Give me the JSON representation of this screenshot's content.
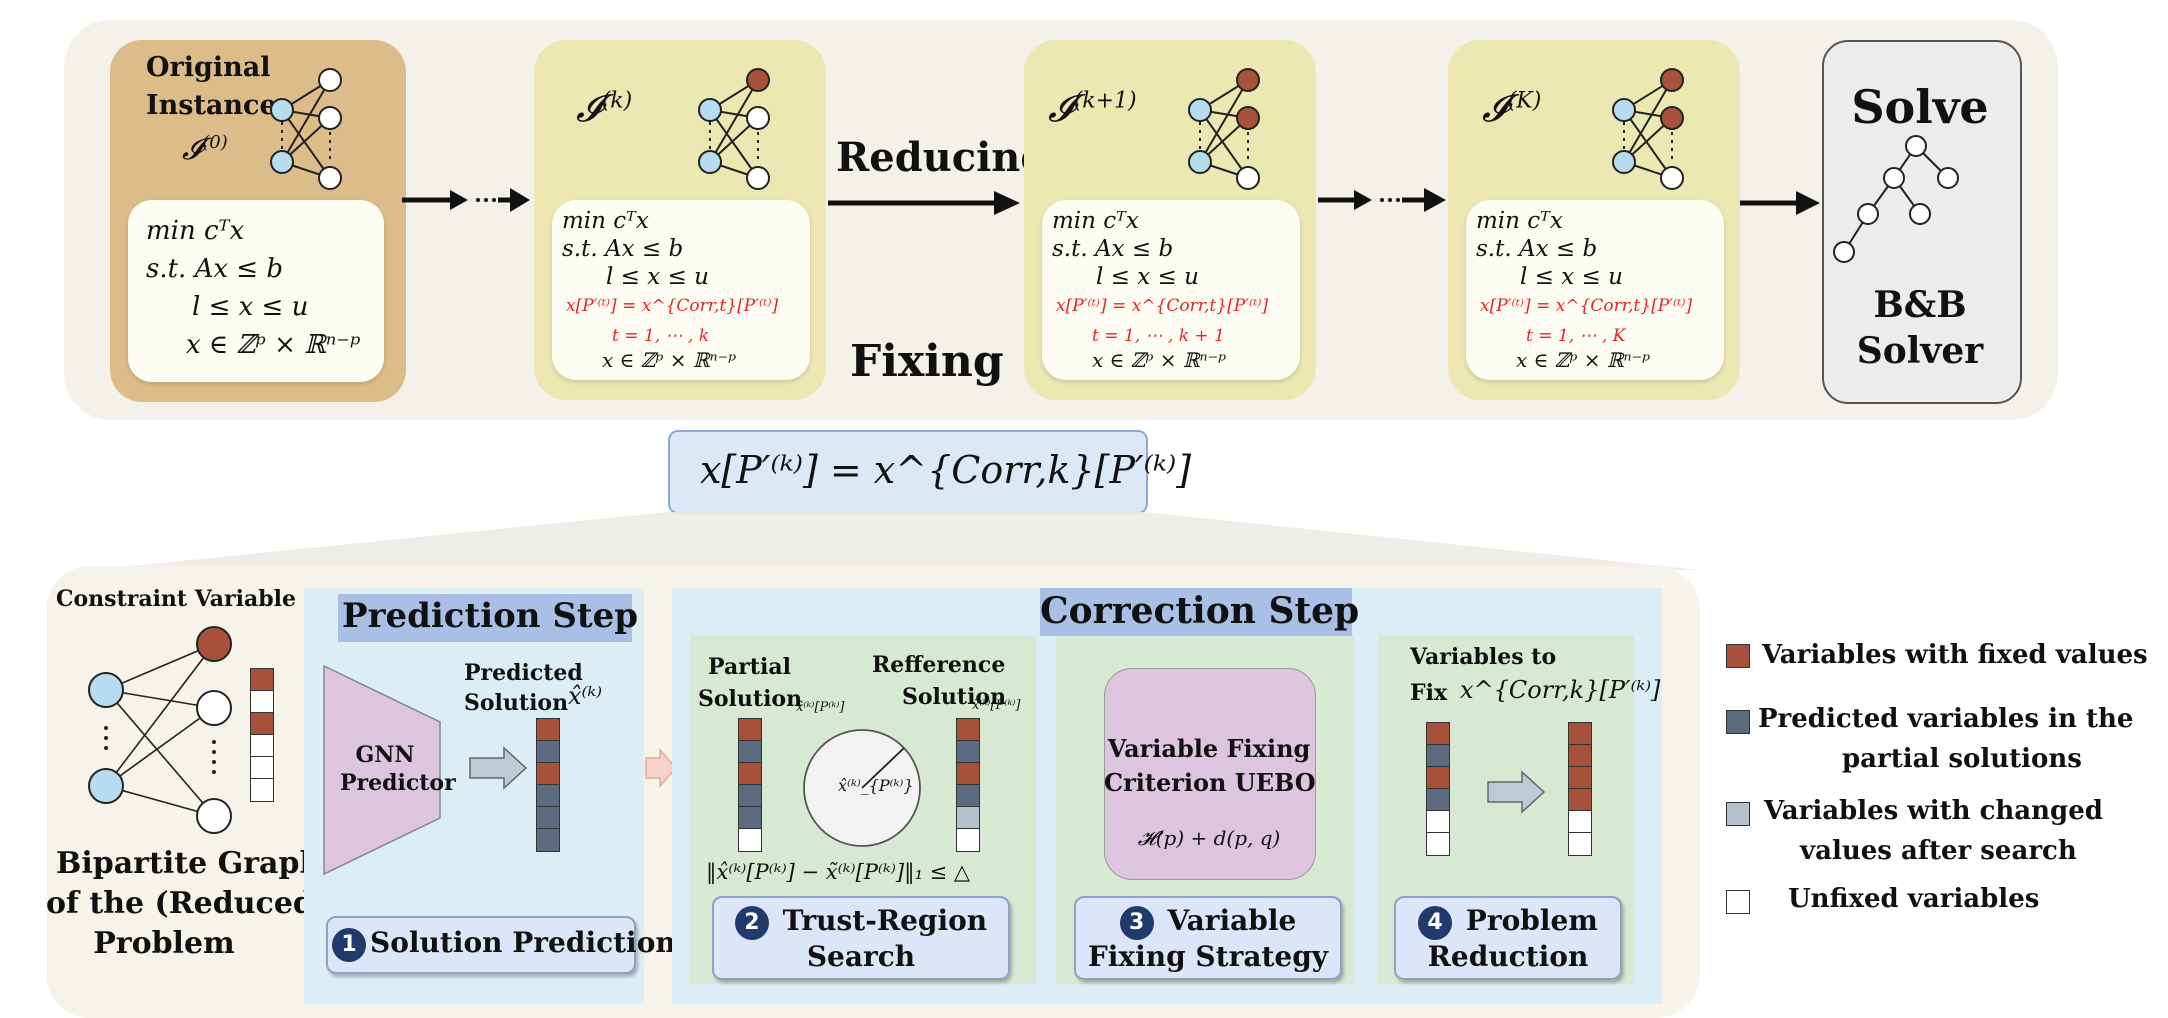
{
  "top": {
    "original": {
      "title_line1": "Original",
      "title_line2": "Instance",
      "symbol": "𝓘",
      "superscript": "(0)",
      "lines": [
        "min cᵀx",
        "s.t.  Ax ≤ b",
        "l ≤ x ≤ u",
        "x ∈ ℤᵖ × ℝⁿ⁻ᵖ"
      ]
    },
    "stage_k": {
      "symbol": "𝓘",
      "superscript": "(k)",
      "lines": [
        "min cᵀx",
        "s.t.  Ax ≤ b",
        "l ≤ x ≤ u"
      ],
      "red_line": "x[P′⁽ᵗ⁾] = x^{Corr,t}[P′⁽ᵗ⁾]",
      "red_t": "t = 1, ⋯ , k",
      "last_line": "x ∈ ℤᵖ × ℝⁿ⁻ᵖ"
    },
    "stage_k1": {
      "symbol": "𝓘",
      "superscript": "(k+1)",
      "lines": [
        "min cᵀx",
        "s.t.  Ax ≤ b",
        "l ≤ x ≤ u"
      ],
      "red_line": "x[P′⁽ᵗ⁾] = x^{Corr,t}[P′⁽ᵗ⁾]",
      "red_t": "t = 1, ⋯ , k + 1",
      "last_line": "x ∈ ℤᵖ × ℝⁿ⁻ᵖ"
    },
    "stage_K": {
      "symbol": "𝓘",
      "superscript": "(K)",
      "lines": [
        "min cᵀx",
        "s.t.  Ax ≤ b",
        "l ≤ x ≤ u"
      ],
      "red_line": "x[P′⁽ᵗ⁾] = x^{Corr,t}[P′⁽ᵗ⁾]",
      "red_t": "t = 1, ⋯ , K",
      "last_line": "x ∈ ℤᵖ × ℝⁿ⁻ᵖ"
    },
    "reducing": "Reducing",
    "fixing": "Fixing",
    "dots": "⋯",
    "solve": {
      "title": "Solve",
      "line1": "B&B",
      "line2": "Solver"
    }
  },
  "equation": "x[P′⁽ᵏ⁾] = x^{Corr,k}[P′⁽ᵏ⁾]",
  "bottom": {
    "graph": {
      "header": "Constraint Variable",
      "caption_line1": "Bipartite Graph",
      "caption_line2": "of the (Reduced)",
      "caption_line3": "Problem"
    },
    "prediction": {
      "title": "Prediction Step",
      "gnn_line1": "GNN",
      "gnn_line2": "Predictor",
      "pred_label1": "Predicted",
      "pred_label2": "Solution",
      "pred_symbol": "x̂⁽ᵏ⁾",
      "step_num": "1",
      "step_label": "Solution Prediction"
    },
    "correction": {
      "title": "Correction Step",
      "trust": {
        "partial1": "Partial",
        "partial2": "Solution",
        "partial_sym": "x̂⁽ᵏ⁾[P⁽ᵏ⁾]",
        "ref1": "Refference",
        "ref2": "Solution",
        "ref_sym": "x̃⁽ᵏ⁾[P⁽ᵏ⁾]",
        "circle_sym": "x̂⁽ᵏ⁾_{P⁽ᵏ⁾}",
        "norm": "‖x̂⁽ᵏ⁾[P⁽ᵏ⁾] − x̃⁽ᵏ⁾[P⁽ᵏ⁾]‖₁ ≤ △",
        "step_num": "2",
        "step_label1": "Trust-Region",
        "step_label2": "Search"
      },
      "fixing": {
        "line1": "Variable Fixing",
        "line2": "Criterion UEBO",
        "formula": "𝓗(p) + d(p, q)",
        "step_num": "3",
        "step_label1": "Variable",
        "step_label2": "Fixing Strategy"
      },
      "reduction": {
        "label1": "Variables to",
        "label2": "Fix",
        "sym": "x^{Corr,k}[P′⁽ᵏ⁾]",
        "step_num": "4",
        "step_label1": "Problem",
        "step_label2": "Reduction"
      }
    }
  },
  "legend": [
    {
      "label1": "Variables with fixed values",
      "label2": "",
      "kind": "brown"
    },
    {
      "label1": "Predicted variables in the",
      "label2": "partial solutions",
      "kind": "slate"
    },
    {
      "label1": "Variables with changed",
      "label2": "values after search",
      "kind": "pale"
    },
    {
      "label1": "Unfixed variables",
      "label2": "",
      "kind": "white"
    }
  ],
  "colors": {
    "fixed": "#a8513a",
    "predicted": "#5d6b80",
    "changed": "#b4c0cc",
    "unfixed": "#ffffff",
    "red_text": "#e0262a"
  }
}
